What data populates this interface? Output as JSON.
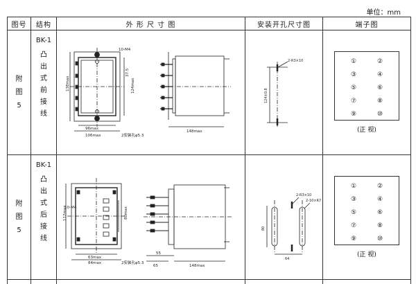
{
  "unit_label": "单位：mm",
  "headers": [
    "图号",
    "结构",
    "外 形 尺 寸 图",
    "安装开孔尺寸图",
    "端子图"
  ],
  "rows": [
    {
      "fig": [
        "附",
        "图",
        "5"
      ],
      "model": "BK-1",
      "structure": [
        "凸",
        "出",
        "式",
        "前",
        "接",
        "线"
      ],
      "dims": {
        "d1": "10-M4",
        "d2": "138max",
        "d3": "96max",
        "d4": "106max",
        "d5": "2安装孔φ5.3",
        "d6": "124max",
        "d7": "37.5",
        "d8": "148max",
        "cut1": "2-R3×10",
        "cut2": "124±0.8"
      },
      "terminals": [
        "①",
        "②",
        "③",
        "④",
        "⑤",
        "⑥",
        "⑦",
        "⑧",
        "⑨",
        "⑩"
      ],
      "view_label": "(正 视)"
    },
    {
      "fig": [
        "附",
        "图",
        "5"
      ],
      "model": "BK-1",
      "structure": [
        "凸",
        "出",
        "式",
        "后",
        "接",
        "线"
      ],
      "dims": {
        "d1": "10-M4",
        "d2": "117max",
        "d3": "80max",
        "d4": "63max",
        "d5": "84max",
        "d6": "2安装孔φ5.3",
        "d7": "55",
        "d8": "65",
        "d9": "148max",
        "cut1": "2-R3×10",
        "cut2": "2-10×R7",
        "cut3": "80",
        "cut4": "64"
      },
      "terminals": [
        "①",
        "②",
        "③",
        "④",
        "⑤",
        "⑥",
        "⑦",
        "⑧",
        "⑨",
        "⑩"
      ],
      "view_label": "(正 视)"
    }
  ]
}
